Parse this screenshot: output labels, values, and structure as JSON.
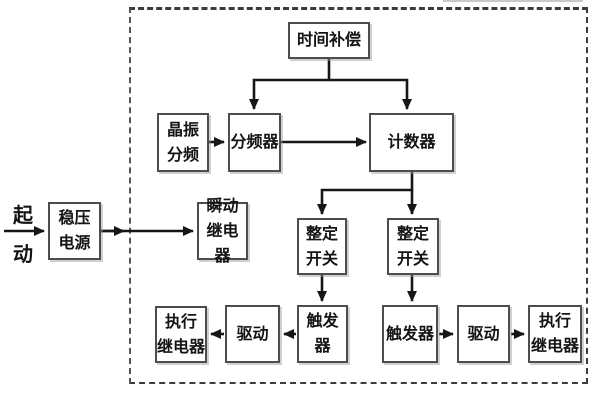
{
  "diagram": {
    "type": "block-diagram",
    "description": "Timer relay control system block diagram with dashed enclosure",
    "start_label": "起\n动",
    "nodes": {
      "time_compensation": "时间补偿",
      "crystal_divider": "晶振\n分频",
      "freq_divider": "分频器",
      "counter": "计数器",
      "power_supply": "稳压\n电源",
      "instant_relay": "瞬动\n继电器",
      "setting_switch_left": "整定\n开关",
      "setting_switch_right": "整定\n开关",
      "trigger_left": "触发器",
      "trigger_right": "触发器",
      "drive_left": "驱动",
      "drive_right": "驱动",
      "exec_relay_left": "执行\n继电器",
      "exec_relay_right": "执行\n继电器"
    },
    "edges": [
      {
        "from": "start",
        "to": "power_supply"
      },
      {
        "from": "power_supply",
        "to": "instant_relay"
      },
      {
        "from": "time_compensation",
        "to": "freq_divider"
      },
      {
        "from": "time_compensation",
        "to": "counter"
      },
      {
        "from": "crystal_divider",
        "to": "freq_divider"
      },
      {
        "from": "freq_divider",
        "to": "counter"
      },
      {
        "from": "counter",
        "to": "setting_switch_left"
      },
      {
        "from": "counter",
        "to": "setting_switch_right"
      },
      {
        "from": "setting_switch_left",
        "to": "trigger_left"
      },
      {
        "from": "setting_switch_right",
        "to": "trigger_right"
      },
      {
        "from": "trigger_left",
        "to": "drive_left"
      },
      {
        "from": "drive_left",
        "to": "exec_relay_left"
      },
      {
        "from": "trigger_right",
        "to": "drive_right"
      },
      {
        "from": "drive_right",
        "to": "exec_relay_right"
      }
    ],
    "colors": {
      "line": "#161616",
      "box_border": "#4d4d4d",
      "dashed_frame": "#3c3c3c",
      "background": "#ffffff",
      "text": "#141414"
    }
  }
}
